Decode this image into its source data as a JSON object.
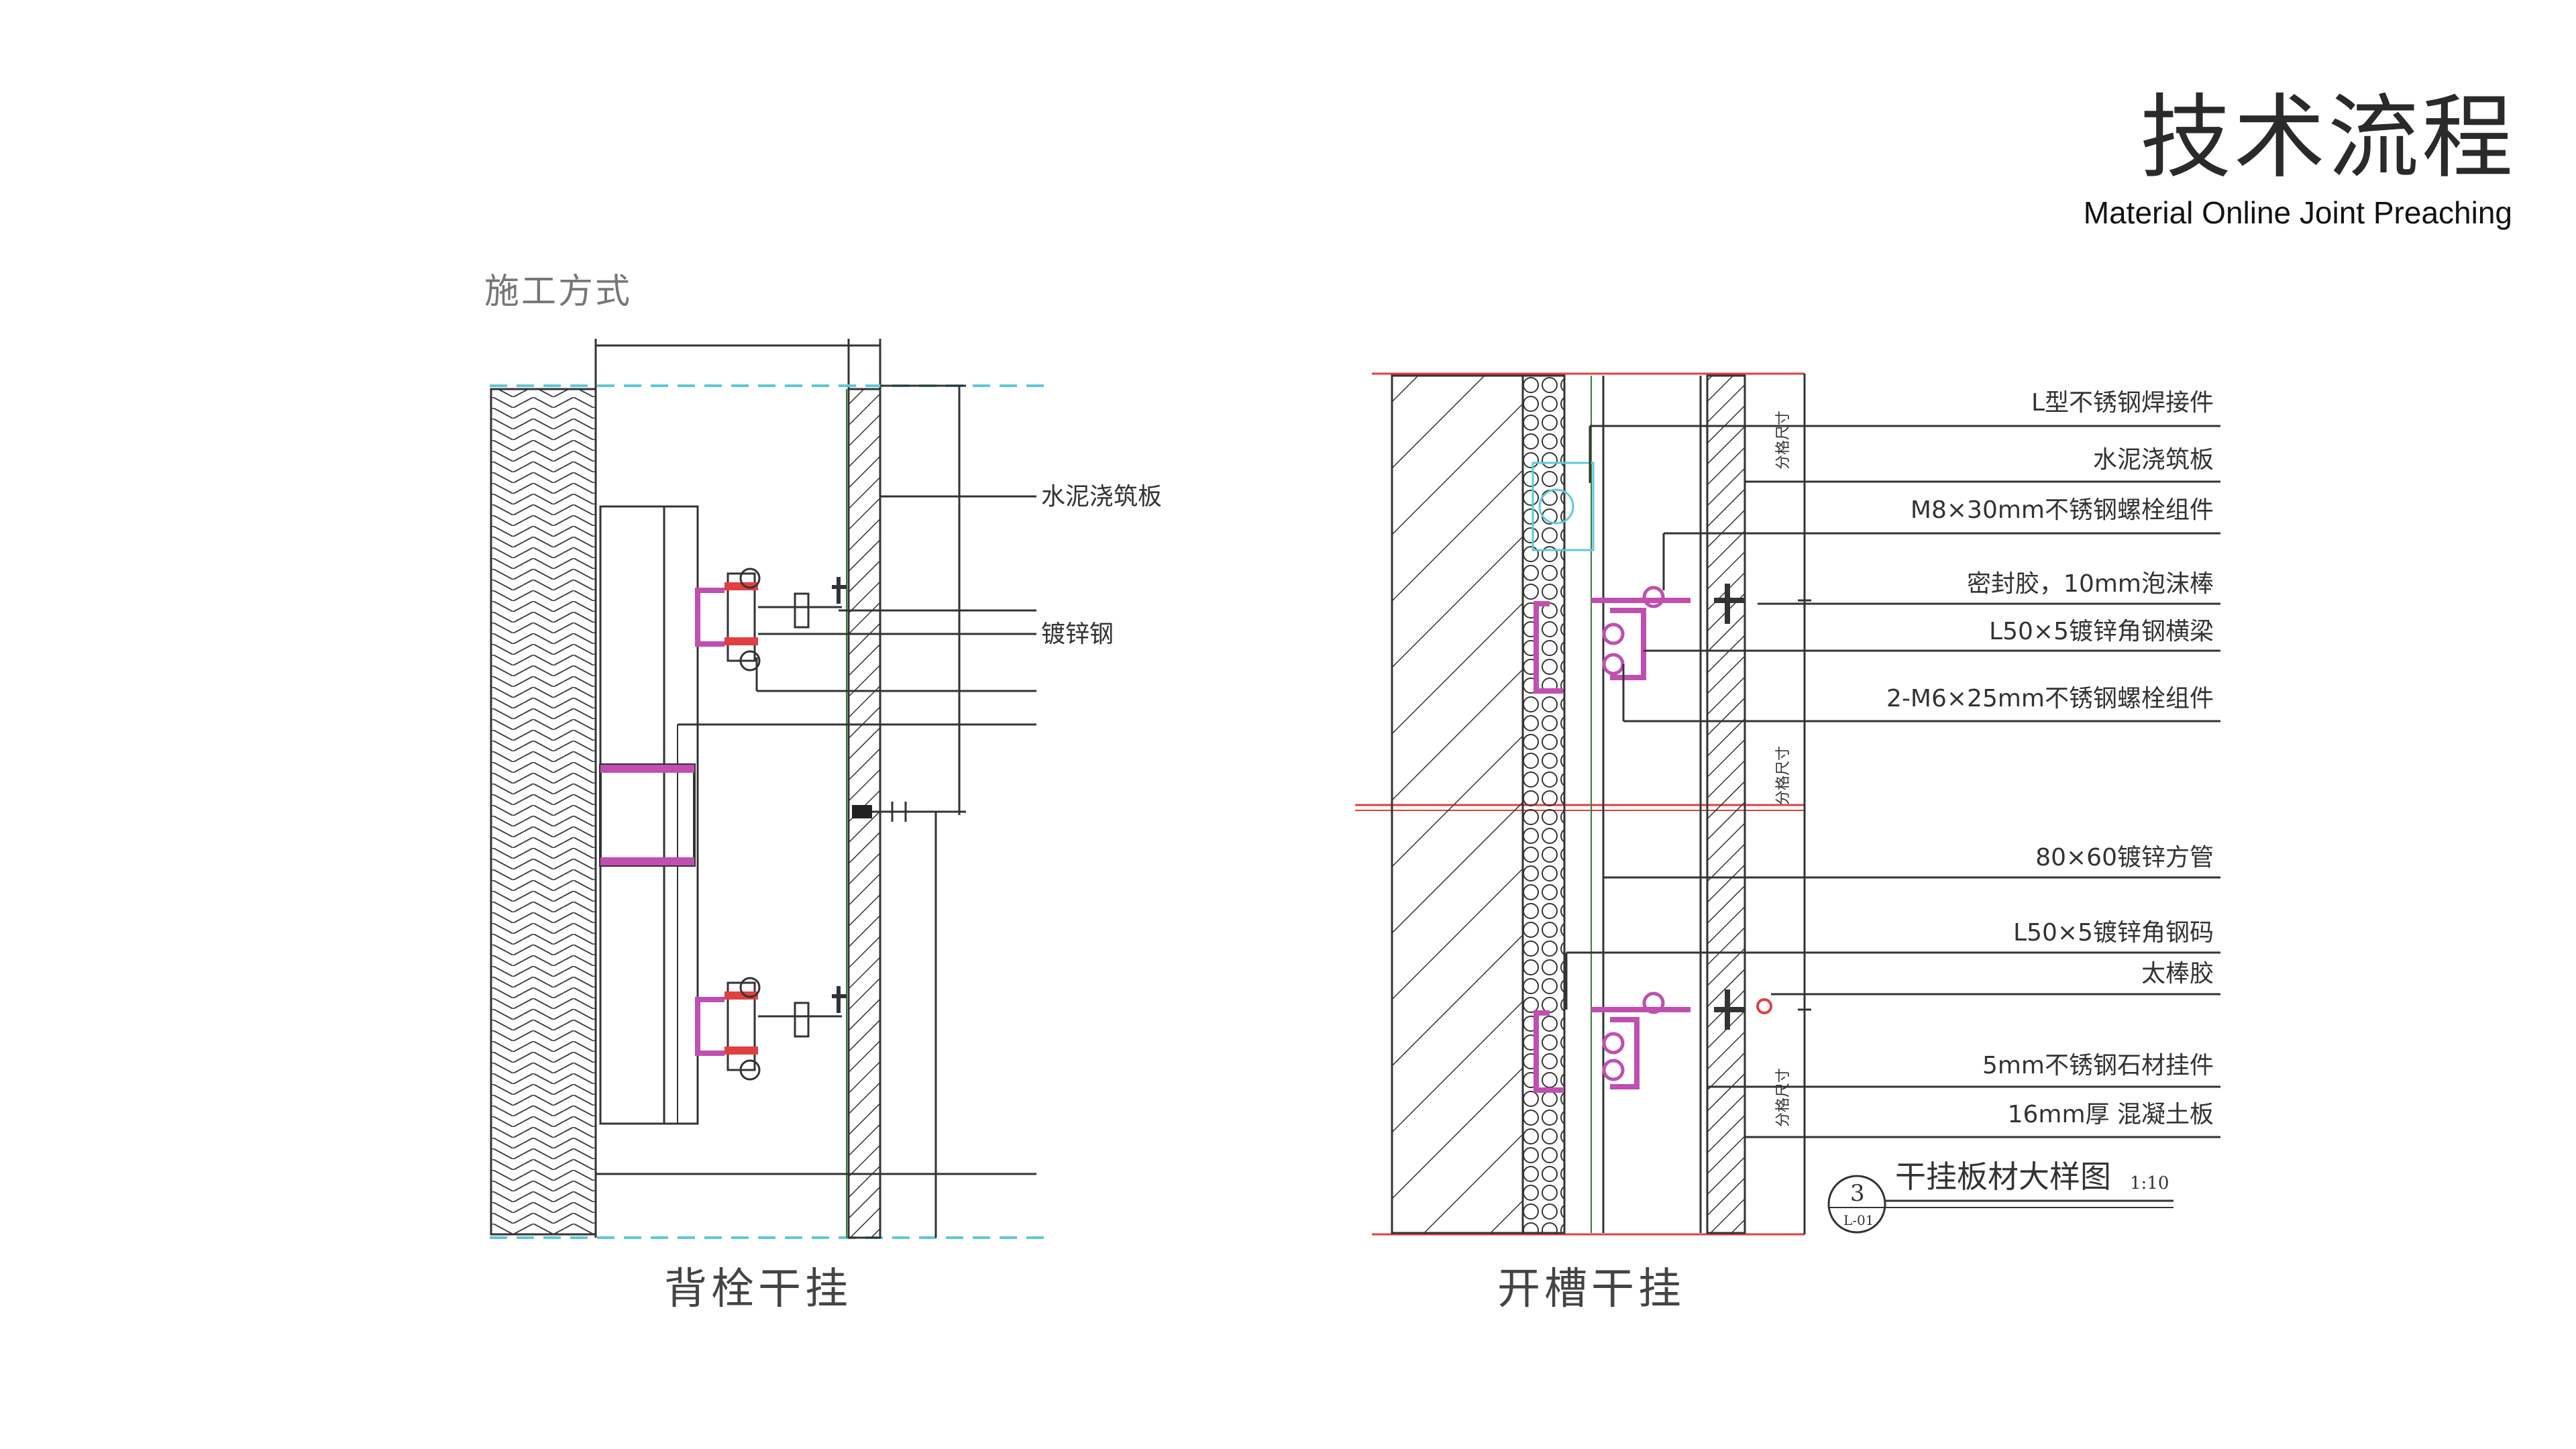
{
  "header": {
    "title": "技术流程",
    "subtitle": "Material Online Joint Preaching"
  },
  "section": {
    "label": "施工方式"
  },
  "diagrams": {
    "left": {
      "caption": "背栓干挂",
      "labels": [
        "水泥浇筑板",
        "镀锌钢"
      ]
    },
    "right": {
      "caption": "开槽干挂",
      "labels": [
        "L型不锈钢焊接件",
        "水泥浇筑板",
        "M8×30mm不锈钢螺栓组件",
        "密封胶，10mm泡沫棒",
        "L50×5镀锌角钢横梁",
        "2-M6×25mm不锈钢螺栓组件",
        "80×60镀锌方管",
        "L50×5镀锌角钢码",
        "太棒胶",
        "5mm不锈钢石材挂件",
        "16mm厚 混凝土板"
      ],
      "detail_title": "干挂板材大样图",
      "detail_scale": "1:10",
      "detail_number": "3",
      "detail_sheet": "L-01",
      "dimension_text": "分格尺寸"
    }
  },
  "colors": {
    "accent_pink": "#c04fb0",
    "accent_red": "#e04040",
    "hatch_green": "#3a7a3a",
    "dash_cyan": "#5fc9d6"
  }
}
